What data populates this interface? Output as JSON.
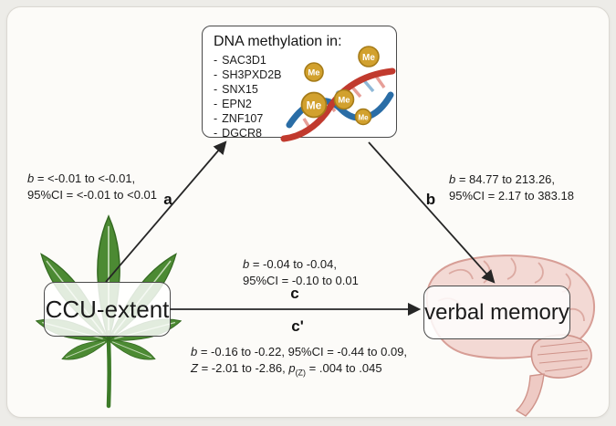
{
  "figure": {
    "dna_box": {
      "title": "DNA methylation in:",
      "bullet": "-",
      "genes": [
        "SAC3D1",
        "SH3PXD2B",
        "SNX15",
        "EPN2",
        "ZNF107",
        "DGCR8"
      ],
      "me_label": "Me"
    },
    "nodes": {
      "predictor": "CCU-extent",
      "outcome": "verbal memory"
    },
    "path_labels": {
      "a": "a",
      "b": "b",
      "c": "c",
      "c_prime": "c'"
    },
    "stats": {
      "a": {
        "l1_var": "b",
        "l1_rest": " = <-0.01 to <-0.01,",
        "l2": "95%CI = <-0.01 to <0.01"
      },
      "b": {
        "l1_var": "b",
        "l1_rest": " = 84.77 to 213.26,",
        "l2": "95%CI = 2.17 to 383.18"
      },
      "c": {
        "l1_var": "b",
        "l1_rest": " = -0.04 to -0.04,",
        "l2": "95%CI = -0.10 to 0.01"
      },
      "c_prime": {
        "l1_var": "b",
        "l1_rest": " = -0.16 to -0.22, 95%CI = -0.44 to 0.09,",
        "l2_var": "Z",
        "l2_mid": " = -2.01 to -2.86, ",
        "l2_p": "p",
        "l2_sub": "(Z)",
        "l2_end": " = .004 to .045"
      }
    },
    "colors": {
      "leaf_green": "#4c8a33",
      "brain_pink": "#f3d9d4",
      "me_gold": "#d2a12e",
      "dna_red": "#c13a2e",
      "dna_blue": "#2a6da6",
      "arrow": "#262626"
    }
  }
}
